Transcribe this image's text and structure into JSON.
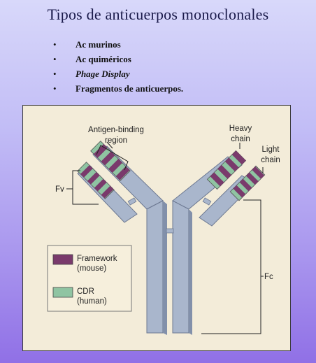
{
  "slide": {
    "title": "Tipos de anticuerpos monoclonales",
    "bullets": [
      {
        "marker": "•",
        "text": "Ac murinos"
      },
      {
        "marker": "•",
        "text": "Ac quiméricos"
      },
      {
        "marker": "•",
        "text": "Phage Display"
      },
      {
        "marker": "•",
        "text": "Fragmentos de anticuerpos."
      }
    ]
  },
  "diagram": {
    "labels": {
      "antigen_line1": "Antigen-binding",
      "antigen_line2": "region",
      "heavy_line1": "Heavy",
      "heavy_line2": "chain",
      "light_line1": "Light",
      "light_line2": "chain",
      "fv": "Fv",
      "fc": "Fc"
    },
    "legend": {
      "framework_line1": "Framework",
      "framework_line2": "(mouse)",
      "cdr_line1": "CDR",
      "cdr_line2": "(human)"
    },
    "colors": {
      "chain": "#a9b6cc",
      "chain_dark": "#8290aa",
      "framework": "#7a3a6c",
      "cdr": "#8fc4a2"
    }
  }
}
